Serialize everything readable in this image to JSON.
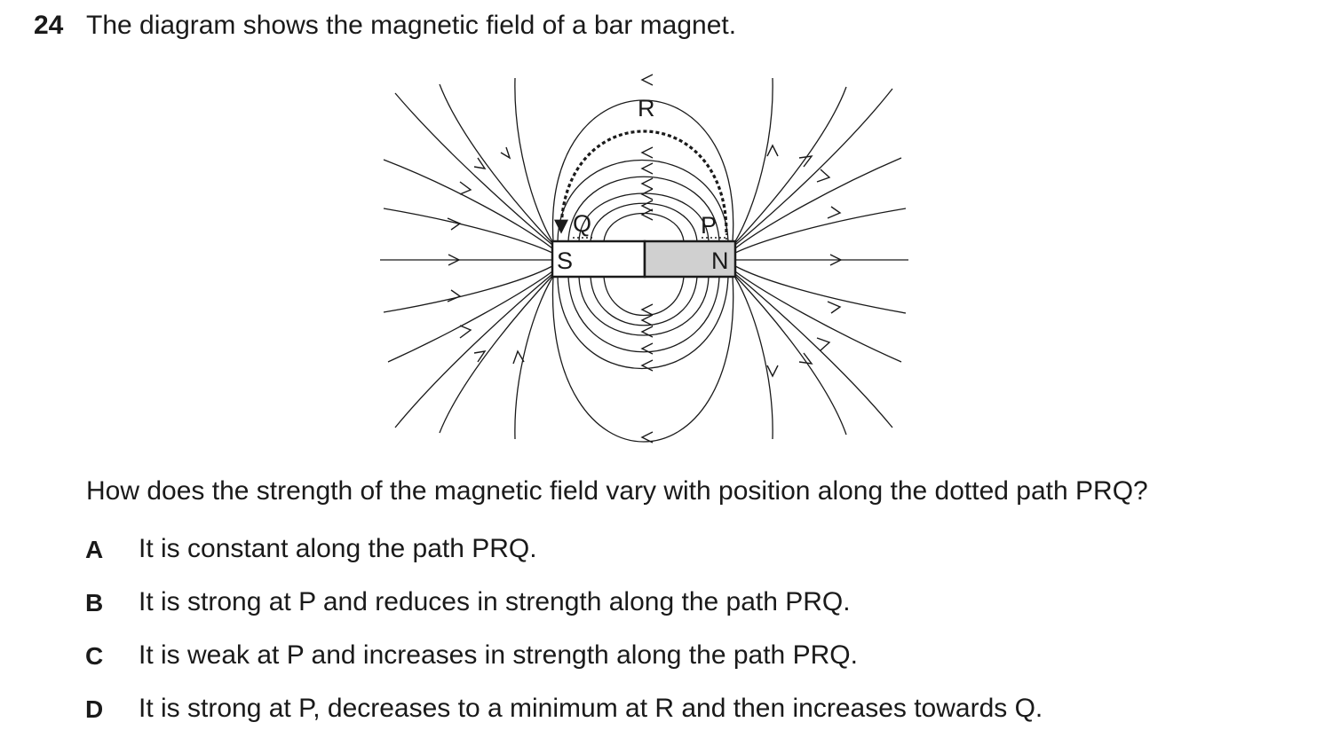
{
  "question": {
    "number": "24",
    "text": "The diagram shows the magnetic field of a bar magnet.",
    "prompt": "How does the strength of the magnetic field vary with position along the dotted path PRQ?"
  },
  "diagram": {
    "labels": {
      "south": "S",
      "north": "N",
      "p": "P",
      "q": "Q",
      "r": "R"
    },
    "colors": {
      "line": "#1a1a1a",
      "north_fill": "#d0d0d0",
      "south_fill": "#ffffff"
    }
  },
  "options": [
    {
      "letter": "A",
      "text": "It is constant along the path PRQ."
    },
    {
      "letter": "B",
      "text": "It is strong at P and reduces in strength along the path PRQ."
    },
    {
      "letter": "C",
      "text": "It is weak at P and increases in strength along the path PRQ."
    },
    {
      "letter": "D",
      "text": "It is strong at P, decreases to a minimum at R and then increases towards Q."
    }
  ]
}
